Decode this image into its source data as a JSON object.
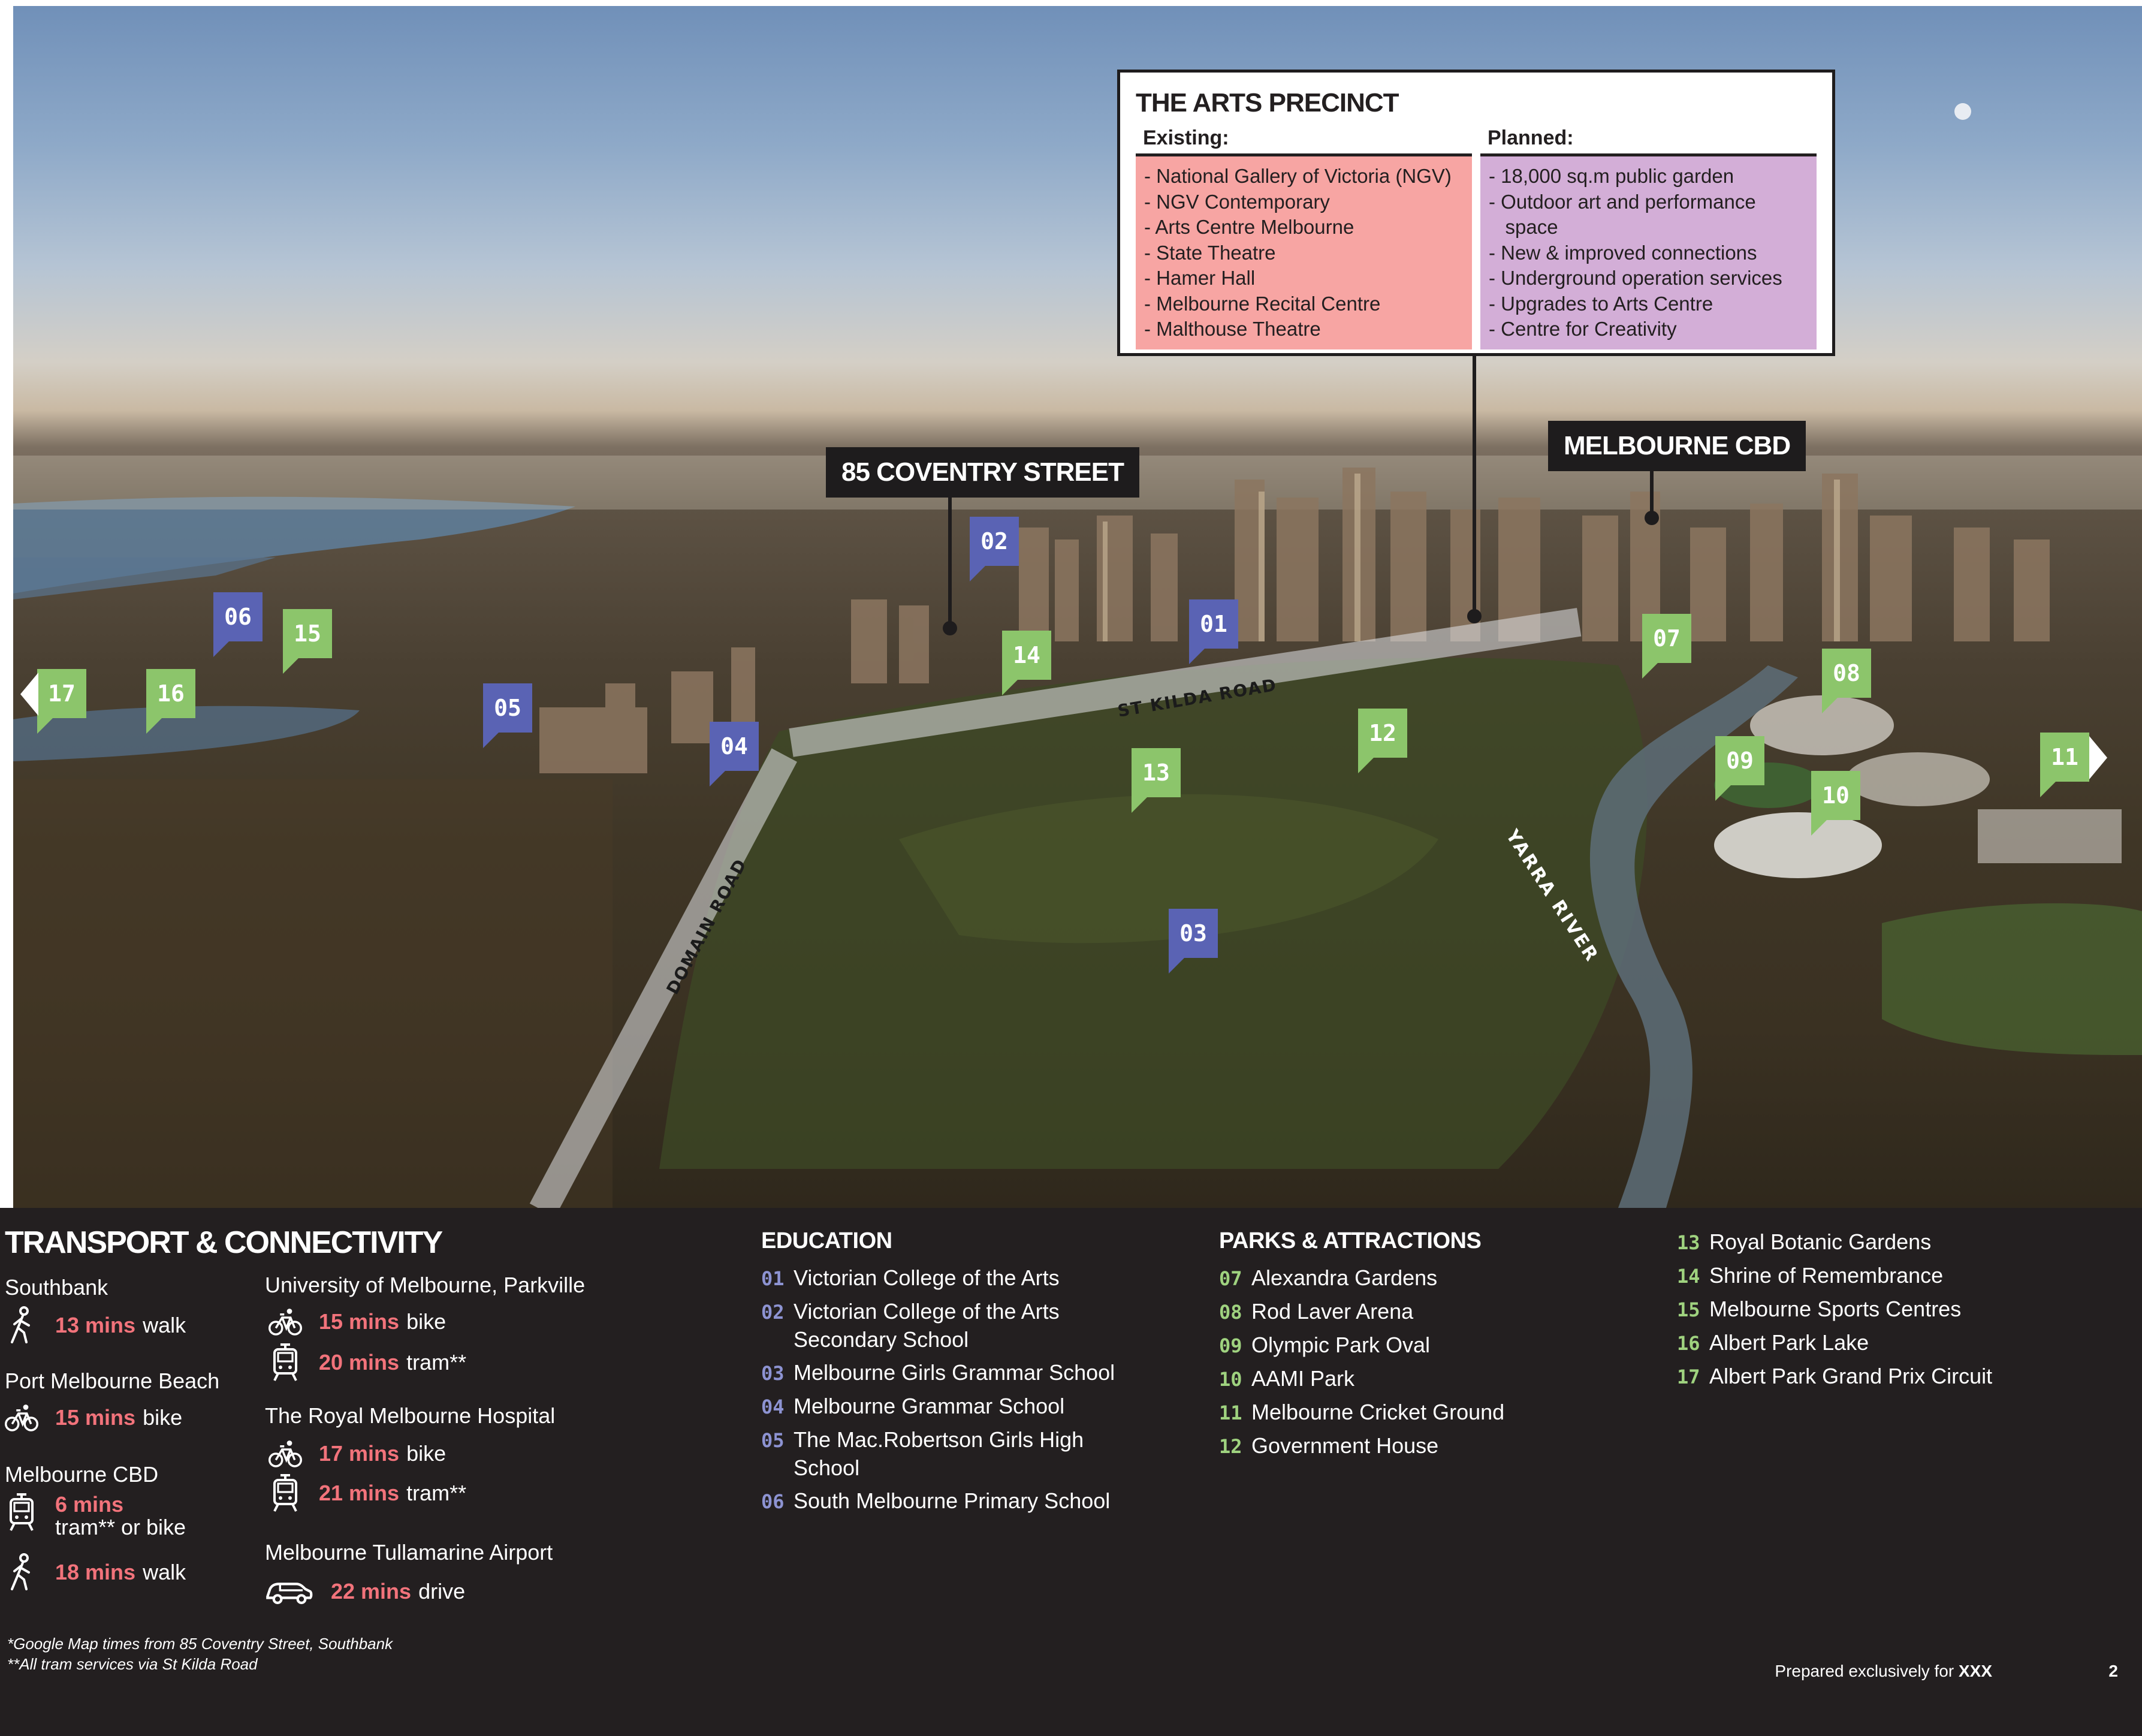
{
  "map": {
    "callouts": {
      "coventry": "85 COVENTRY STREET",
      "cbd": "MELBOURNE CBD"
    },
    "road_labels": {
      "st_kilda": "ST KILDA ROAD",
      "domain": "DOMAIN ROAD",
      "yarra": "YARRA RIVER"
    },
    "pins": {
      "edu_01": "01",
      "edu_02": "02",
      "edu_03": "03",
      "edu_04": "04",
      "edu_05": "05",
      "edu_06": "06",
      "park_07": "07",
      "park_08": "08",
      "park_09": "09",
      "park_10": "10",
      "park_11": "11",
      "park_12": "12",
      "park_13": "13",
      "park_14": "14",
      "park_15": "15",
      "park_16": "16",
      "park_17": "17"
    },
    "colors": {
      "education": "#5a63b4",
      "parks": "#8cc56b",
      "callout": "#1e1c1d"
    }
  },
  "arts_precinct": {
    "title": "THE ARTS PRECINCT",
    "existing_label": "Existing:",
    "planned_label": "Planned:",
    "existing": [
      "- National Gallery of Victoria (NGV)",
      "- NGV Contemporary",
      "- Arts Centre Melbourne",
      "- State Theatre",
      "- Hamer Hall",
      "- Melbourne Recital Centre",
      "- Malthouse Theatre"
    ],
    "planned": [
      "- 18,000 sq.m public garden",
      "- Outdoor art and performance",
      "   space",
      "- New & improved connections",
      "- Underground operation services",
      "- Upgrades to Arts Centre",
      "- Centre for Creativity"
    ],
    "colors": {
      "existing": "#f7a5a3",
      "planned": "#d3aed7"
    }
  },
  "transport": {
    "title": "TRANSPORT & CONNECTIVITY",
    "southbank": {
      "label": "Southbank",
      "walk_mins": "13 mins",
      "walk_mode": "walk"
    },
    "port_melbourne": {
      "label": "Port Melbourne Beach",
      "bike_mins": "15 mins",
      "bike_mode": "bike"
    },
    "cbd": {
      "label": "Melbourne CBD",
      "tram_mins": "6 mins",
      "tram_mode": "tram** or bike",
      "walk_mins": "18 mins",
      "walk_mode": "walk"
    },
    "uni": {
      "label": "University of Melbourne, Parkville",
      "bike_mins": "15 mins",
      "bike_mode": "bike",
      "tram_mins": "20 mins",
      "tram_mode": "tram**"
    },
    "hospital": {
      "label": "The Royal Melbourne Hospital",
      "bike_mins": "17 mins",
      "bike_mode": "bike",
      "tram_mins": "21 mins",
      "tram_mode": "tram**"
    },
    "airport": {
      "label": "Melbourne Tullamarine Airport",
      "drive_mins": "22 mins",
      "drive_mode": "drive"
    },
    "icons": [
      "walk-icon",
      "bike-icon",
      "tram-icon",
      "car-icon"
    ],
    "accent": "#f2737b"
  },
  "education": {
    "title": "EDUCATION",
    "items": [
      {
        "num": "01",
        "name": "Victorian College of the Arts"
      },
      {
        "num": "02",
        "name": "Victorian College of the Arts",
        "name2": "Secondary School"
      },
      {
        "num": "03",
        "name": "Melbourne Girls Grammar School"
      },
      {
        "num": "04",
        "name": "Melbourne Grammar School"
      },
      {
        "num": "05",
        "name": "The Mac.Robertson Girls High",
        "name2": "School"
      },
      {
        "num": "06",
        "name": "South Melbourne Primary School"
      }
    ]
  },
  "parks": {
    "title": "PARKS & ATTRACTIONS",
    "items": [
      {
        "num": "07",
        "name": "Alexandra Gardens"
      },
      {
        "num": "08",
        "name": "Rod Laver Arena"
      },
      {
        "num": "09",
        "name": "Olympic Park Oval"
      },
      {
        "num": "10",
        "name": "AAMI Park"
      },
      {
        "num": "11",
        "name": "Melbourne Cricket Ground"
      },
      {
        "num": "12",
        "name": "Government House"
      },
      {
        "num": "13",
        "name": "Royal Botanic Gardens"
      },
      {
        "num": "14",
        "name": "Shrine of Remembrance"
      },
      {
        "num": "15",
        "name": "Melbourne Sports Centres"
      },
      {
        "num": "16",
        "name": "Albert Park Lake"
      },
      {
        "num": "17",
        "name": "Albert Park Grand Prix Circuit"
      }
    ]
  },
  "footer": {
    "note1": "*Google Map times from 85 Coventry Street, Southbank",
    "note2": "**All tram services via St Kilda Road",
    "prepared_prefix": "Prepared exclusively for ",
    "prepared_name": "XXX",
    "page": "2"
  }
}
